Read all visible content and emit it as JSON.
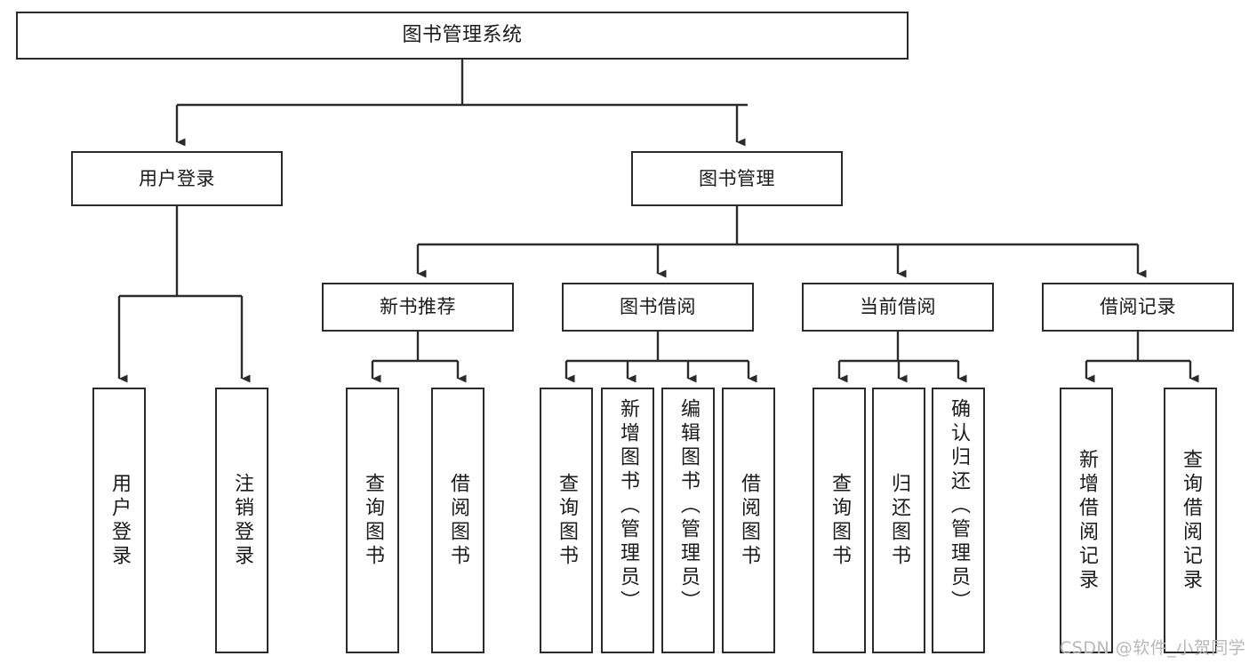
{
  "diagram": {
    "title": "图书管理系统",
    "type": "hierarchy-tree",
    "levels": 4,
    "colors": {
      "box_border": "#2b2b2b",
      "box_fill": "#ffffff",
      "connector": "#2b2b2b",
      "text": "#1b1b1b",
      "watermark": "#b8b8b8"
    }
  },
  "root": {
    "label": "图书管理系统"
  },
  "level2": [
    {
      "label": "用户登录"
    },
    {
      "label": "图书管理"
    }
  ],
  "level3": [
    {
      "label": "新书推荐"
    },
    {
      "label": "图书借阅"
    },
    {
      "label": "当前借阅"
    },
    {
      "label": "借阅记录"
    }
  ],
  "leaves": {
    "user_login": [
      {
        "label": "用户登录"
      },
      {
        "label": "注销登录"
      }
    ],
    "new_book_recommend": [
      {
        "label": "查询图书"
      },
      {
        "label": "借阅图书"
      }
    ],
    "book_borrow": [
      {
        "label": "查询图书"
      },
      {
        "label": "新增图书（管理员）"
      },
      {
        "label": "编辑图书（管理员）"
      },
      {
        "label": "借阅图书"
      }
    ],
    "current_borrow": [
      {
        "label": "查询图书"
      },
      {
        "label": "归还图书"
      },
      {
        "label": "确认归还（管理员）"
      }
    ],
    "borrow_record": [
      {
        "label": "新增借阅记录"
      },
      {
        "label": "查询借阅记录"
      }
    ]
  },
  "watermark": {
    "text": "CSDN @软件_小贺同学"
  }
}
